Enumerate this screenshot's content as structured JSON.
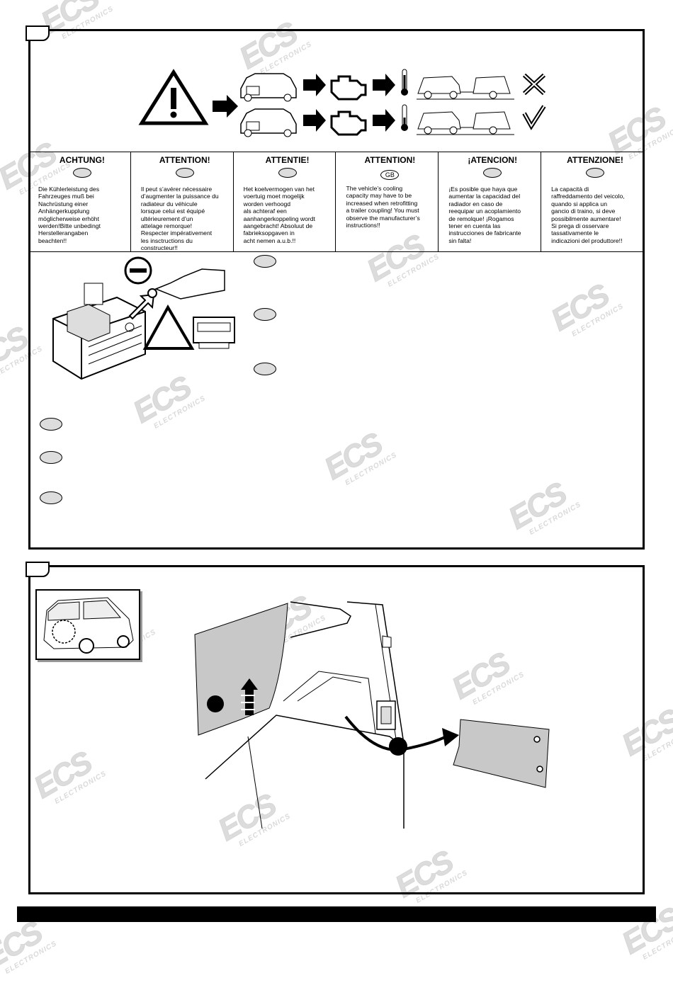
{
  "warnings": [
    {
      "heading": "ACHTUNG!",
      "text": "Die Kühlerleistung des\nFahrzeuges muß bei\nNachrüstung einer\nAnhängerkupplung\nmöglicherweise erhöht\nwerden!Bitte unbedingt\nHerstellerangaben\nbeachten!!"
    },
    {
      "heading": "ATTENTION!",
      "text": "Il peut s’avérer nécessaire\nd’augmenter la puissance du\nradiateur du véhicule\nlorsque celui est équipé\nultérieurement d’un\nattelage remorque!\nRespecter impérativement\nles insctructions du\nconstructeur!!"
    },
    {
      "heading": "ATTENTIE!",
      "text": "Het koelvermogen van het\nvoertuig moet mogelijk\nworden verhoogd\nals achteraf een\naanhangerkoppeling wordt\naangebracht! Absoluut de\nfabrieksopgaven in\nacht nemen a.u.b.!!"
    },
    {
      "heading": "ATTENTION!",
      "badge": "GB",
      "text": "The vehicle’s cooling\ncapacity may have to be\nincreased when retrofitting\na trailer coupling! You must\nobserve the manufacturer’s\ninstructions!!"
    },
    {
      "heading": "¡ATENCION!",
      "text": "¡Es posible que haya que\naumentar la capacidad del\nradiador en caso de\nreequipar un acoplamiento\nde remolque! ¡Rogamos\ntener en cuenta las\ninstrucciones de fabricante\nsin falta!"
    },
    {
      "heading": "ATTENZIONE!",
      "text": "La capacità di\nraffreddamento del veicolo,\nquando si applica un\ngancio di traino, si deve\npossibilmente aumentare!\nSi prega di osservare\ntassativamente le\nindicazioni del produttore!!"
    }
  ],
  "watermark": {
    "brand": "ECS",
    "sub": "ELECTRONICS"
  },
  "colors": {
    "ink": "#000000",
    "bar": "#000000",
    "oval": "#dddddd",
    "sheet": "#c8c8c8"
  }
}
